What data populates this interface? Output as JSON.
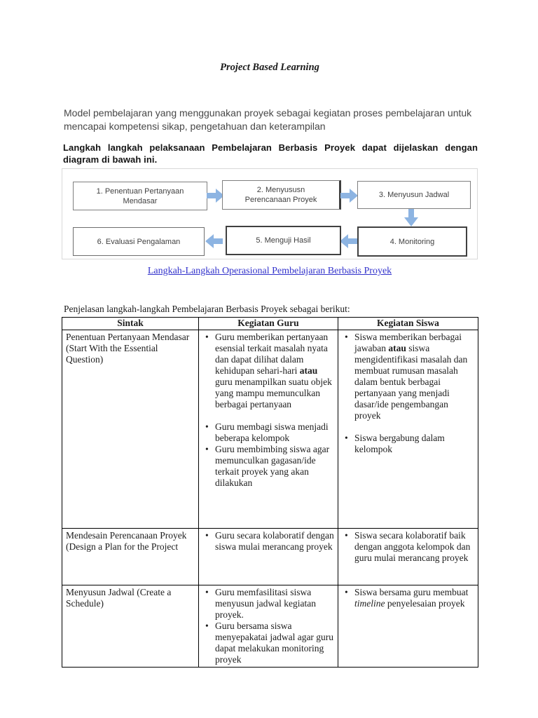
{
  "page": {
    "title": "Project Based Learning",
    "intro": "Model pembelajaran yang menggunakan proyek sebagai kegiatan proses pembelajaran untuk mencapai kompetensi sikap, pengetahuan dan keterampilan",
    "note_bold": "Langkah langkah pelaksanaan Pembelajaran Berbasis Proyek dapat dijelaskan dengan diagram di bawah ini.",
    "diagram_caption_link": "Langkah-Langkah Operasional Pembelajaran Berbasis Proyek",
    "table_intro": "Penjelasan langkah-langkah Pembelajaran Berbasis Proyek sebagai berikut:"
  },
  "colors": {
    "arrow_blue": "#8DB4E2",
    "link_blue": "#3333CC"
  },
  "diagram": {
    "boxes": [
      {
        "line1": "1.  Penentuan Pertanyaan",
        "line2": "Mendasar"
      },
      {
        "line1": "2. Menyususn",
        "line2": "Perencanaan Proyek"
      },
      {
        "line1": "3. Menyusun Jadwal"
      },
      {
        "line1": "4. Monitoring"
      },
      {
        "line1": "5. Menguji Hasil"
      },
      {
        "line1": "6. Evaluasi Pengalaman"
      }
    ]
  },
  "table": {
    "headers": [
      "Sintak",
      "Kegiatan Guru",
      "Kegiatan Siswa"
    ],
    "rows": [
      {
        "sintak": "Penentuan Pertanyaan Mendasar (Start With the Essential Question)",
        "guru": {
          "b1_pre": "Guru memberikan pertanyaan esensial terkait masalah  nyata dan dapat dilihat dalam kehidupan sehari-hari ",
          "b1_bold": "atau",
          "b1_post": " guru menampilkan suatu objek yang mampu memunculkan berbagai pertanyaan",
          "b2": "Guru membagi siswa menjadi beberapa kelompok",
          "b3": "Guru membimbing siswa agar memunculkan gagasan/ide terkait proyek yang akan dilakukan"
        },
        "siswa": {
          "b1_pre": "Siswa memberikan berbagai jawaban ",
          "b1_bold": "atau",
          "b1_post": " siswa mengidentifikasi masalah dan membuat rumusan masalah dalam bentuk berbagai pertanyaan yang menjadi dasar/ide pengembangan proyek",
          "b2": "Siswa bergabung dalam kelompok"
        }
      },
      {
        "sintak": "Mendesain Perencanaan Proyek (Design a Plan for the Project",
        "guru": {
          "b1": "Guru secara kolaboratif dengan siswa mulai merancang proyek"
        },
        "siswa": {
          "b1": "Siswa secara kolaboratif baik dengan anggota kelompok dan guru mulai merancang proyek"
        }
      },
      {
        "sintak": "Menyusun Jadwal (Create a Schedule)",
        "guru": {
          "b1": "Guru memfasilitasi siswa menyusun jadwal kegiatan proyek.",
          "b2": "Guru bersama siswa menyepakatai jadwal agar guru dapat melakukan monitoring proyek"
        },
        "siswa": {
          "b1_pre": "Siswa bersama guru membuat ",
          "b1_italic": "timeline",
          "b1_post": " penyelesaian proyek"
        }
      }
    ]
  }
}
